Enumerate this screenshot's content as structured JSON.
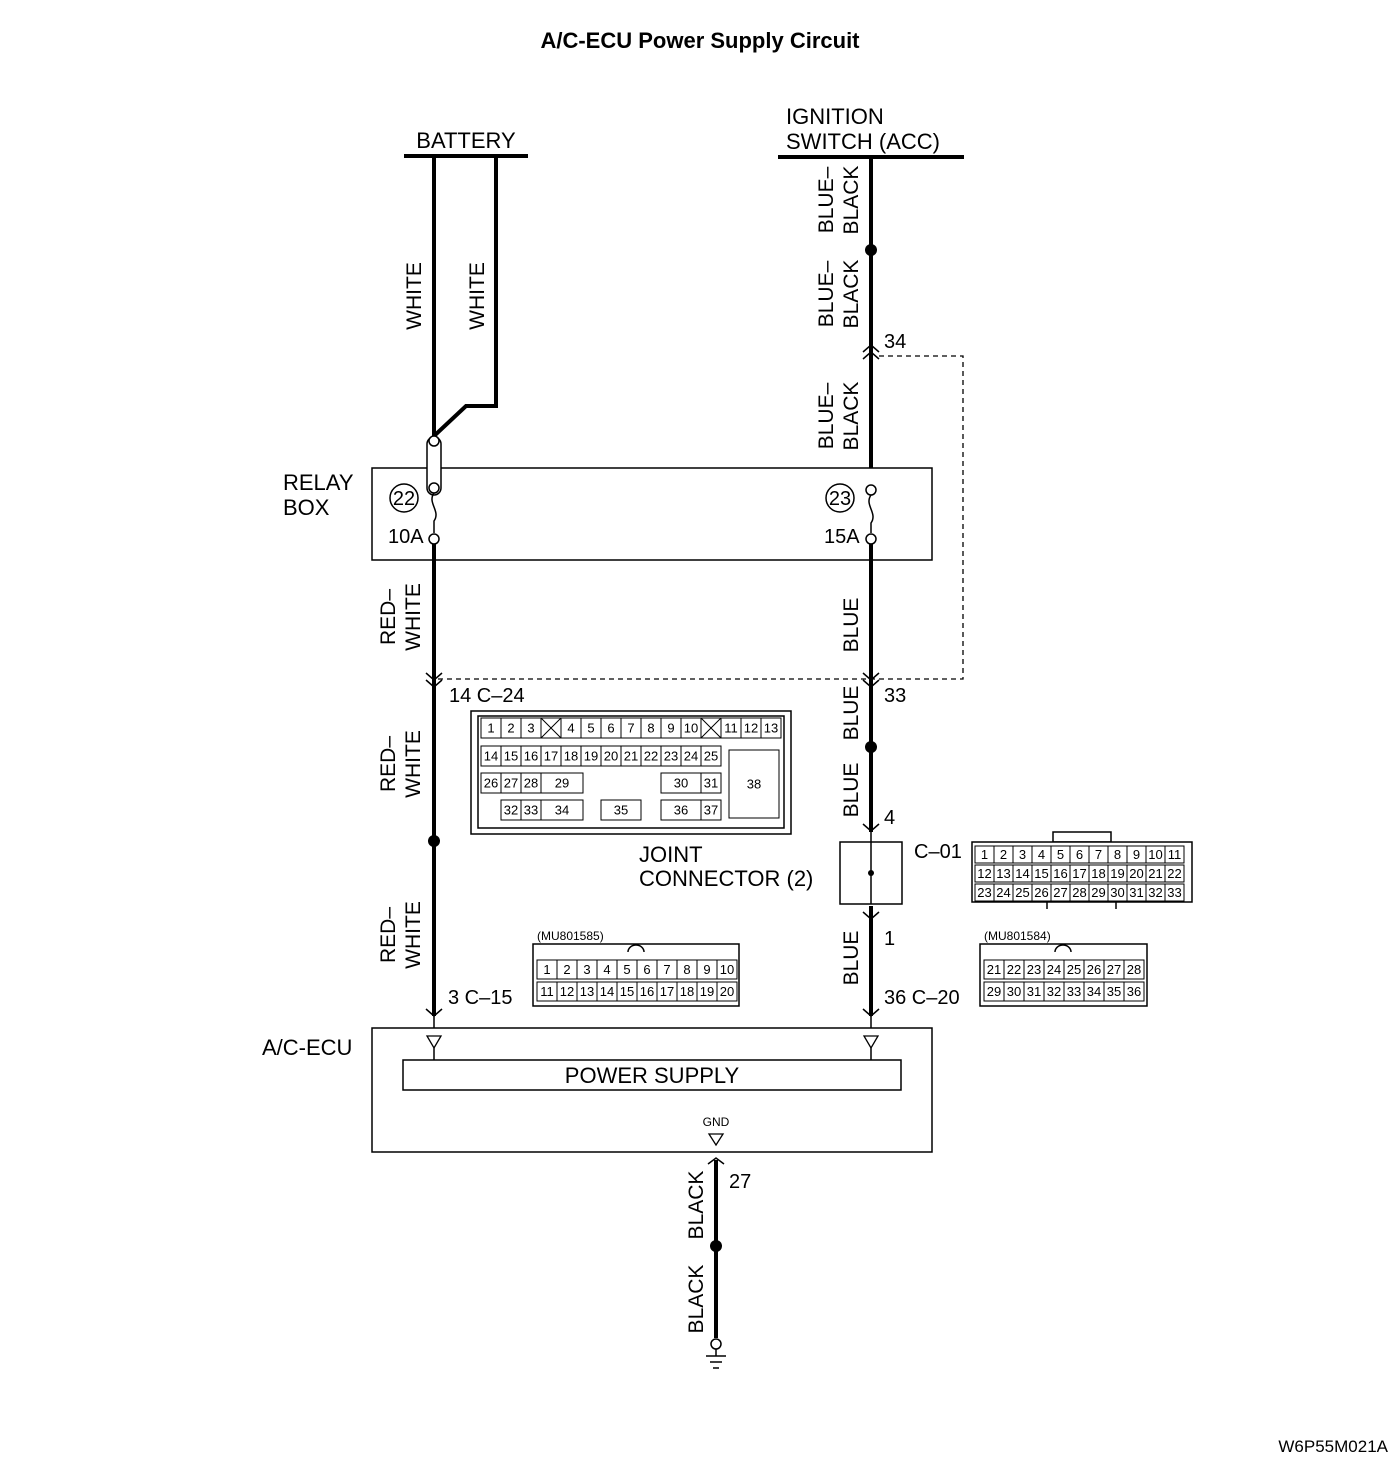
{
  "title": "A/C-ECU Power Supply Circuit",
  "sources": {
    "battery": "BATTERY",
    "ignition_line1": "IGNITION",
    "ignition_line2": "SWITCH (ACC)"
  },
  "wires": {
    "battery_left": "WHITE",
    "battery_right": "WHITE",
    "ign_top": [
      "BLUE–",
      "BLACK"
    ],
    "ign_mid": [
      "BLUE–",
      "BLACK"
    ],
    "ign_low": [
      "BLUE–",
      "BLACK"
    ],
    "left_a": [
      "RED–",
      "WHITE"
    ],
    "left_b": [
      "RED–",
      "WHITE"
    ],
    "left_c": [
      "RED–",
      "WHITE"
    ],
    "right_a": "BLUE",
    "right_b": "BLUE",
    "right_c": "BLUE",
    "right_d": "BLUE",
    "gnd_a": "BLACK",
    "gnd_b": "BLACK"
  },
  "relay_box": {
    "label_line1": "RELAY",
    "label_line2": "BOX",
    "fuse_left_no": "22",
    "fuse_left_amp": "10A",
    "fuse_right_no": "23",
    "fuse_right_amp": "15A"
  },
  "terminals": {
    "t34": "34",
    "t14_c24": "14  C–24",
    "t33": "33",
    "t4": "4",
    "t1": "1",
    "c01": "C–01",
    "t3_c15": "3  C–15",
    "t36_c20": "36  C–20",
    "t27": "27"
  },
  "joint_connector": {
    "line1": "JOINT",
    "line2": "CONNECTOR (2)"
  },
  "connector_c24": {
    "row1": [
      "1",
      "2",
      "3",
      "",
      "4",
      "5",
      "6",
      "7",
      "8",
      "9",
      "10",
      "",
      "11",
      "12",
      "13"
    ],
    "row2": [
      "14",
      "15",
      "16",
      "17",
      "18",
      "19",
      "20",
      "21",
      "22",
      "23",
      "24",
      "25"
    ],
    "row3": [
      "26",
      "27",
      "28",
      "29",
      "30",
      "31"
    ],
    "row4": [
      "32",
      "33",
      "34",
      "35",
      "36",
      "37"
    ],
    "big": "38"
  },
  "connector_c01": {
    "row1": [
      "1",
      "2",
      "3",
      "4",
      "5",
      "6",
      "7",
      "8",
      "9",
      "10",
      "11"
    ],
    "row2": [
      "12",
      "13",
      "14",
      "15",
      "16",
      "17",
      "18",
      "19",
      "20",
      "21",
      "22"
    ],
    "row3": [
      "23",
      "24",
      "25",
      "26",
      "27",
      "28",
      "29",
      "30",
      "31",
      "32",
      "33"
    ]
  },
  "connector_c15": {
    "part": "(MU801585)",
    "row1": [
      "1",
      "2",
      "3",
      "4",
      "5",
      "6",
      "7",
      "8",
      "9",
      "10"
    ],
    "row2": [
      "11",
      "12",
      "13",
      "14",
      "15",
      "16",
      "17",
      "18",
      "19",
      "20"
    ]
  },
  "connector_c20": {
    "part": "(MU801584)",
    "row1": [
      "21",
      "22",
      "23",
      "24",
      "25",
      "26",
      "27",
      "28"
    ],
    "row2": [
      "29",
      "30",
      "31",
      "32",
      "33",
      "34",
      "35",
      "36"
    ]
  },
  "ecu": {
    "label": "A/C-ECU",
    "block": "POWER SUPPLY",
    "gnd": "GND"
  },
  "footer_code": "W6P55M021A"
}
